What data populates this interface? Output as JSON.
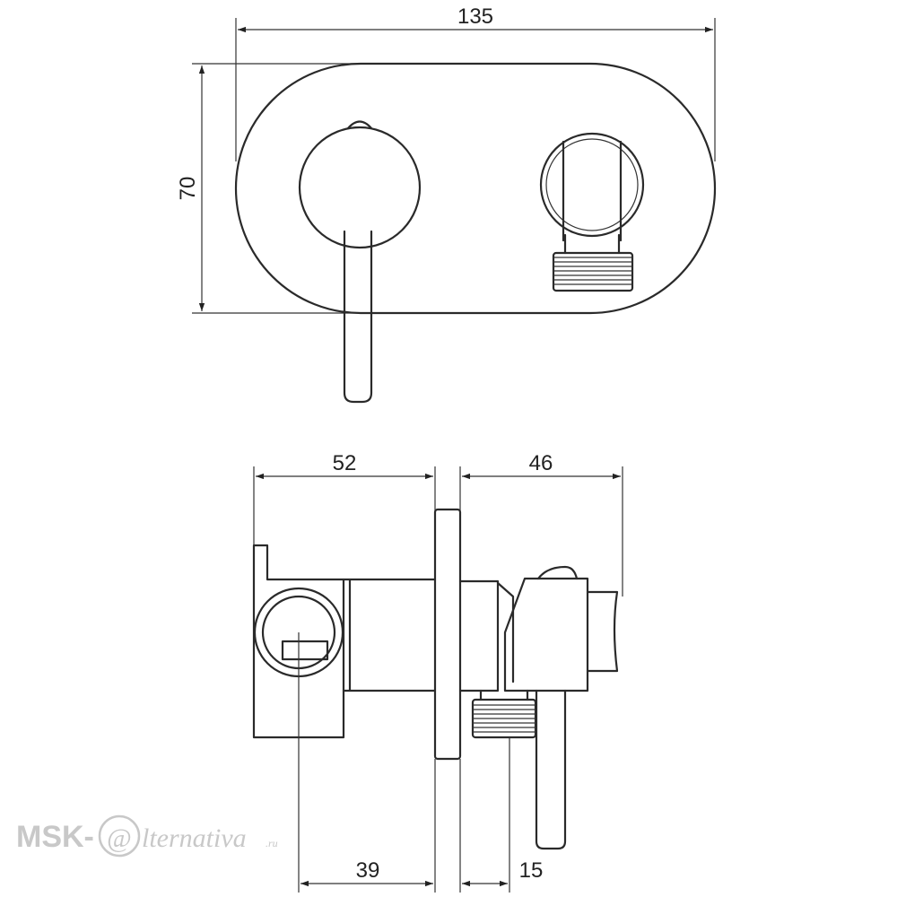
{
  "dimensions": {
    "top_width": "135",
    "top_height": "70",
    "side_left_top": "52",
    "side_right_top": "46",
    "side_left_bottom": "39",
    "side_right_bottom": "15"
  },
  "watermark": {
    "brand": "MSK-",
    "at_symbol": "@",
    "suffix": "lternativa",
    "domain": ".ru"
  },
  "colors": {
    "line": "#2a2a2a",
    "watermark": "#c8c8c8"
  }
}
